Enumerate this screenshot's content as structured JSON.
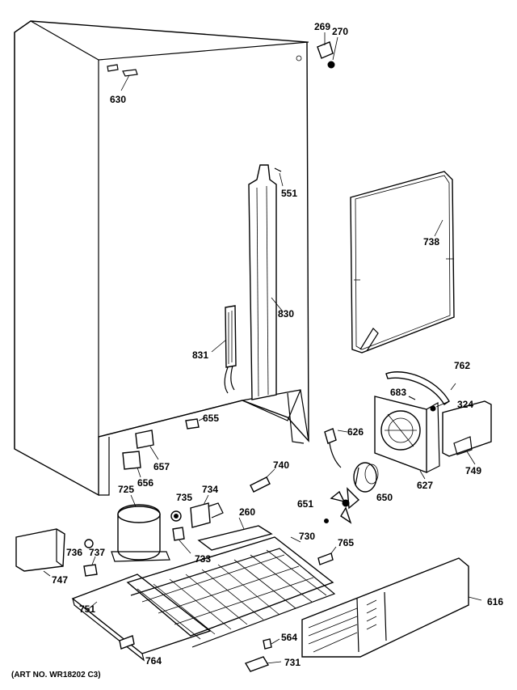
{
  "diagram": {
    "art_number": "(ART NO. WR18202 C3)",
    "part_labels": {
      "p269": "269",
      "p270": "270",
      "p630": "630",
      "p551": "551",
      "p738": "738",
      "p830": "830",
      "p831": "831",
      "p762": "762",
      "p683": "683",
      "p324": "324",
      "p655": "655",
      "p626": "626",
      "p657": "657",
      "p656": "656",
      "p740": "740",
      "p749": "749",
      "p627": "627",
      "p725": "725",
      "p735": "735",
      "p734": "734",
      "p260": "260",
      "p651": "651",
      "p650": "650",
      "p730": "730",
      "p736": "736",
      "p737": "737",
      "p733": "733",
      "p765": "765",
      "p747": "747",
      "p616": "616",
      "p751": "751",
      "p564": "564",
      "p764": "764",
      "p731": "731"
    }
  }
}
